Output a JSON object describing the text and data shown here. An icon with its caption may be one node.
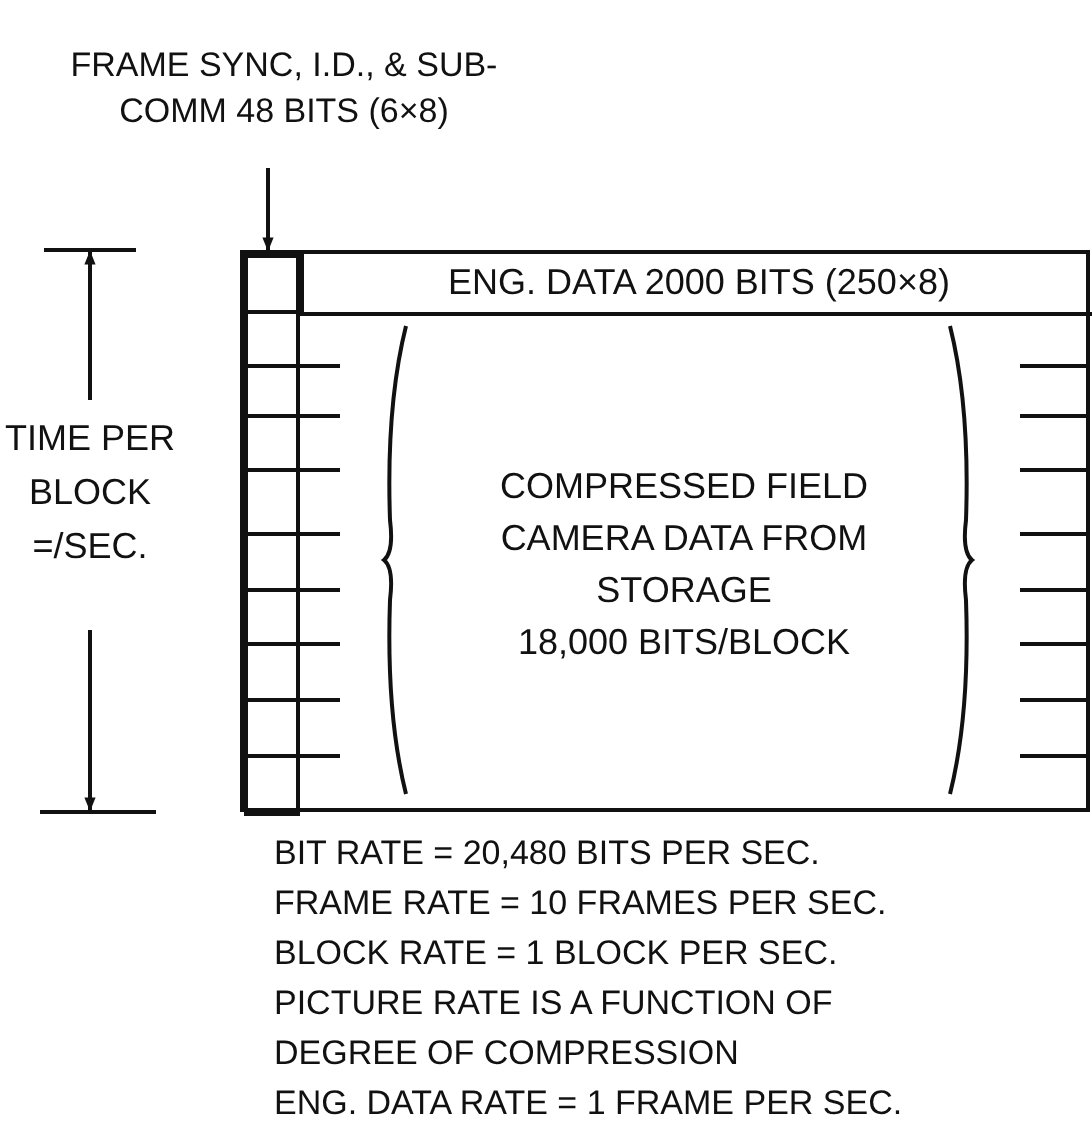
{
  "diagram": {
    "nodes": [
      {
        "text": [
          "FRAME SYNC, I.D., & SUB-COMM 48 BITS (6×8)"
        ]
      },
      {
        "text": [],
        "shape": "box"
      },
      {
        "text": [],
        "shape": "box",
        "in": 1
      },
      {
        "text": [
          "ENG. DATA 2000 BITS (250×8)"
        ],
        "in": 1
      },
      {
        "text": [
          "COMPRESSED FIELD CAMERA DATA FROM STORAGE",
          "18,000 BITS/BLOCK"
        ],
        "in": 1
      }
    ],
    "edges": [
      {
        "from": 0,
        "to": 2,
        "arrow": "to"
      }
    ],
    "labels": [
      "TIME PER BLOCK =/SEC.",
      "BIT RATE = 20,480 BITS PER SEC.",
      "FRAME RATE = 10 FRAMES PER SEC.",
      "BLOCK RATE = 1 BLOCK PER SEC.",
      "PICTURE RATE IS A FUNCTION OF DEGREE OF COMPRESSION",
      "ENG. DATA RATE = 1 FRAME PER SEC."
    ]
  }
}
